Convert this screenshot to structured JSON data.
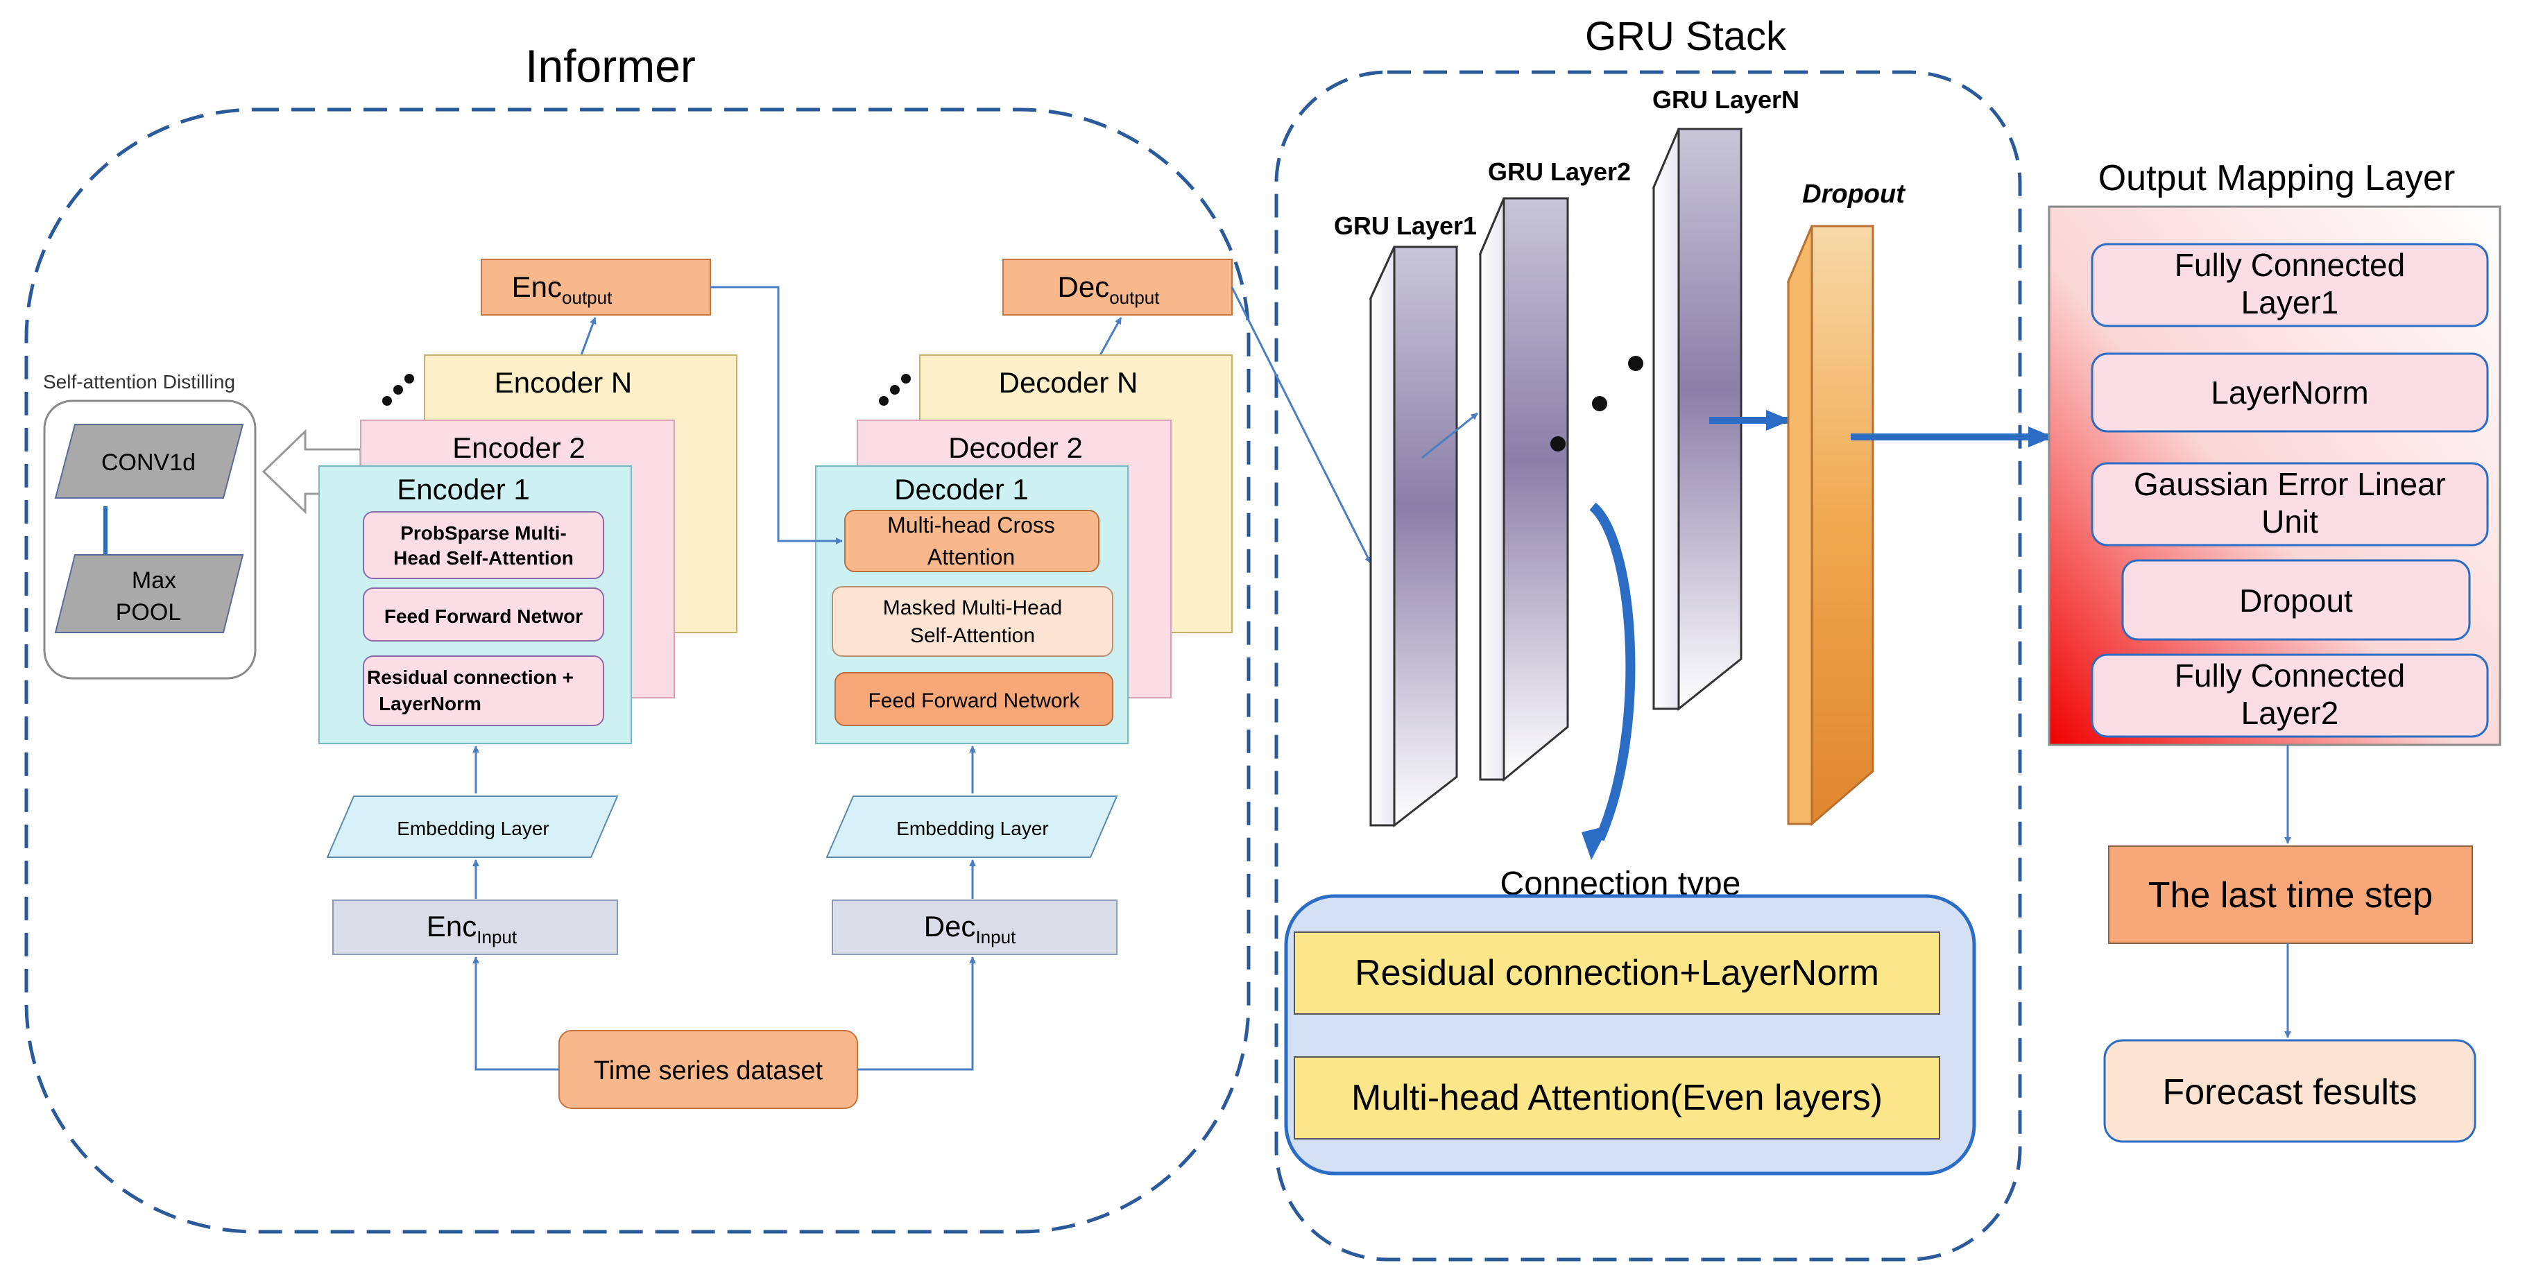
{
  "informer": {
    "title": "Informer",
    "encoder": {
      "output_main": "Enc",
      "output_sub": "output",
      "layers": [
        "Encoder N",
        "Encoder 2",
        "Encoder 1"
      ],
      "blocks": [
        "ProbSparse Multi-",
        "Head Self-Attention",
        "Feed Forward Networ",
        "Residual connection +",
        "LayerNorm"
      ],
      "embedding": "Embedding Layer",
      "input_main": "Enc",
      "input_sub": "Input"
    },
    "decoder": {
      "output_main": "Dec",
      "output_sub": "output",
      "layers": [
        "Decoder N",
        "Decoder 2",
        "Decoder 1"
      ],
      "blocks": [
        "Multi-head Cross",
        "Attention",
        "Masked Multi-Head",
        "Self-Attention",
        "Feed Forward Network"
      ],
      "embedding": "Embedding Layer",
      "input_main": "Dec",
      "input_sub": "Input"
    },
    "distilling": {
      "title": "Self-attention Distilling",
      "conv": "CONV1d",
      "pool_line1": "Max",
      "pool_line2": "POOL"
    },
    "dataset": "Time series dataset"
  },
  "gru_stack": {
    "title": "GRU Stack",
    "layer1": "GRU Layer1",
    "layer2": "GRU Layer2",
    "layerN": "GRU LayerN",
    "dropout": "Dropout",
    "connection_title": "Connection type",
    "connections": [
      "Residual connection+LayerNorm",
      "Multi-head Attention(Even layers)"
    ]
  },
  "output_mapping": {
    "title": "Output Mapping Layer",
    "items": [
      [
        "Fully Connected",
        "Layer1"
      ],
      [
        "LayerNorm"
      ],
      [
        "Gaussian Error Linear",
        "Unit"
      ],
      [
        "Dropout"
      ],
      [
        "Fully Connected",
        "Layer2"
      ]
    ],
    "last_step": "The last time step",
    "results": "Forecast fesults"
  },
  "colors": {
    "dashed_border": "#2a5a9a",
    "arrow": "#4a7fc4",
    "encoder_n": "#fdf0c8",
    "encoder_2": "#fcdde6",
    "encoder_1": "#cdf1f2",
    "orange": "#f8b88b",
    "pink_block": "#fbdde6",
    "embedding": "#d8f0f8",
    "input_box": "#d9dde8",
    "yellow": "#fce68a",
    "connection_panel": "#d4e1f4"
  }
}
